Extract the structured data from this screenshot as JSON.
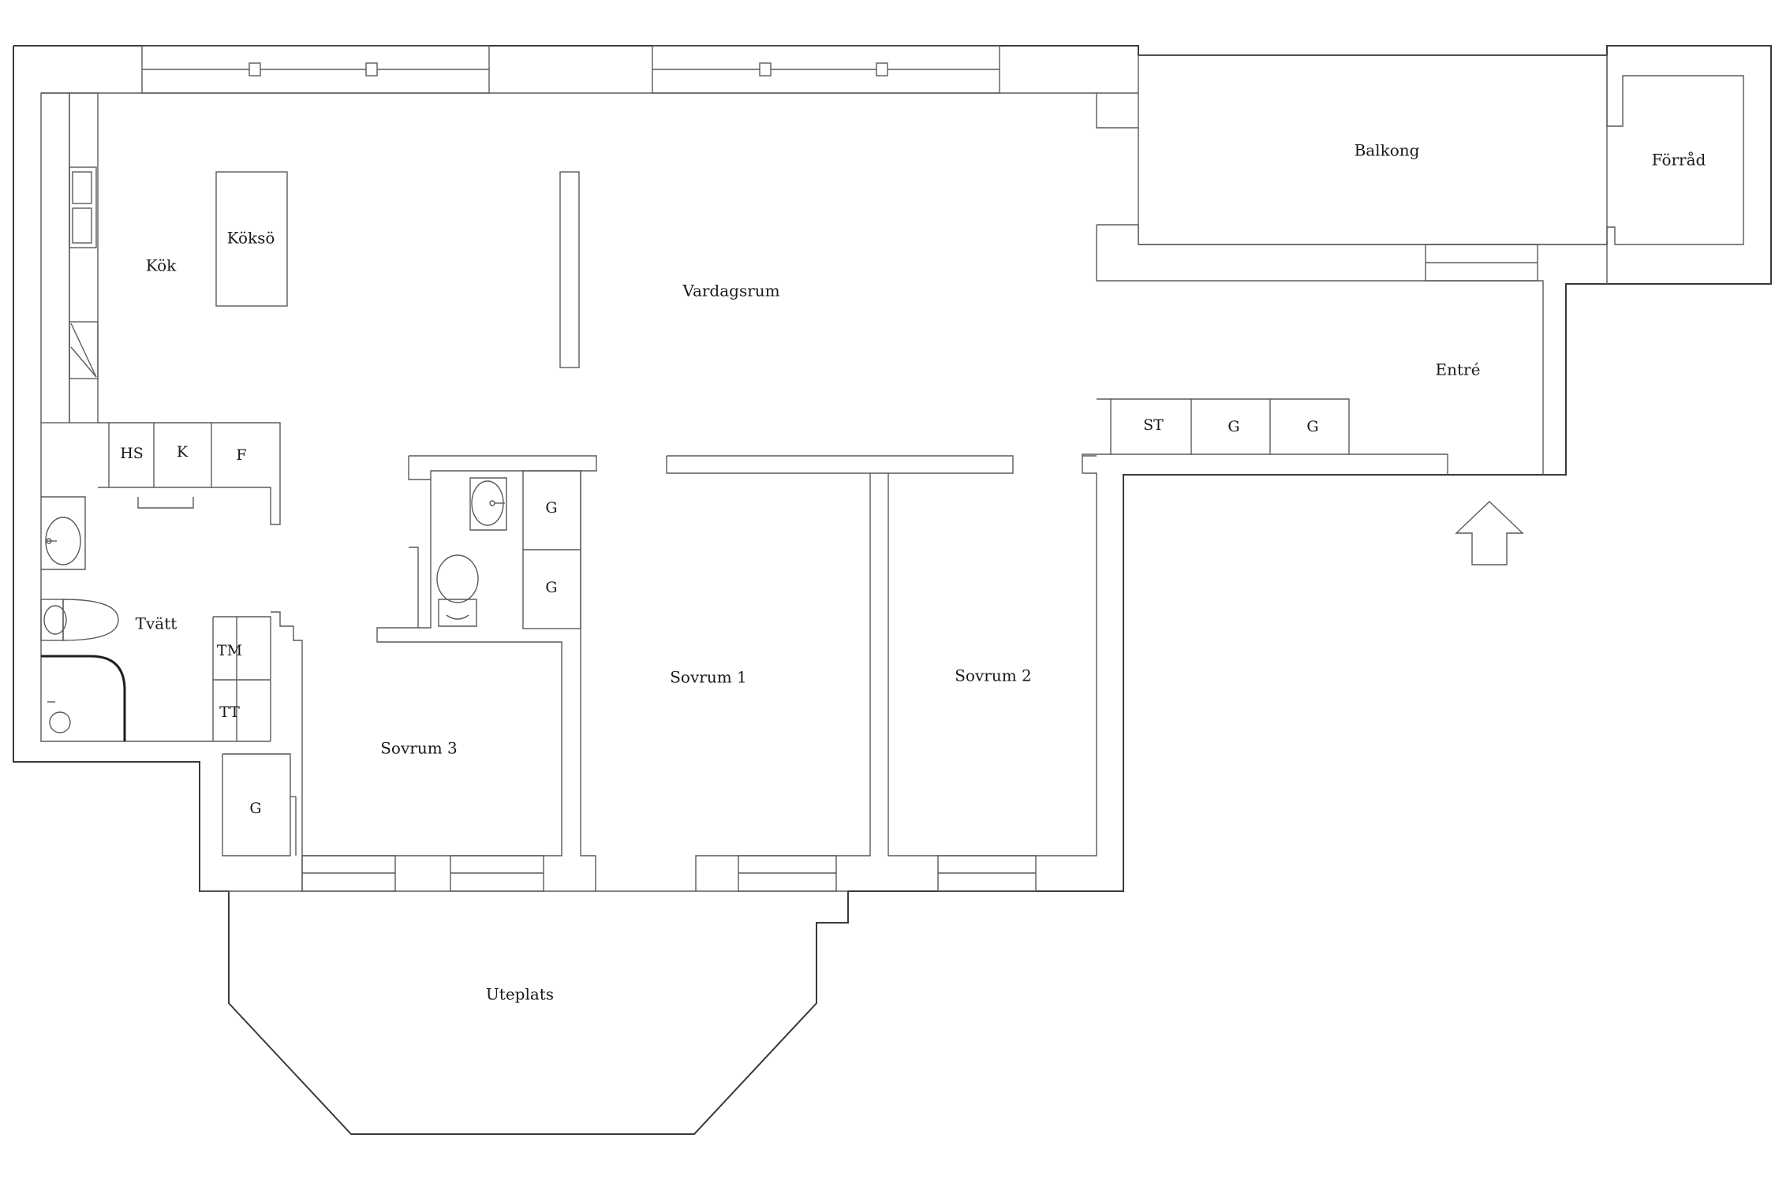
{
  "rooms": {
    "kok": "Kök",
    "kokso": "Köksö",
    "vardagsrum": "Vardagsrum",
    "balkong": "Balkong",
    "forrad": "Förråd",
    "entre": "Entré",
    "tvatt": "Tvätt",
    "sovrum1": "Sovrum 1",
    "sovrum2": "Sovrum 2",
    "sovrum3": "Sovrum 3",
    "uteplats": "Uteplats"
  },
  "fixtures": {
    "hs": "HS",
    "k": "K",
    "f": "F",
    "st": "ST",
    "g_entre_1": "G",
    "g_entre_2": "G",
    "g_wc_1": "G",
    "g_wc_2": "G",
    "g_sovrum3": "G",
    "tm": "TM",
    "tt": "TT"
  },
  "icons": {
    "entrance": "entrance-arrow-icon",
    "sink": "sink-icon",
    "toilet": "toilet-icon",
    "shower": "shower-icon"
  },
  "colors": {
    "line": "#3a3a3a",
    "background": "#ffffff"
  }
}
